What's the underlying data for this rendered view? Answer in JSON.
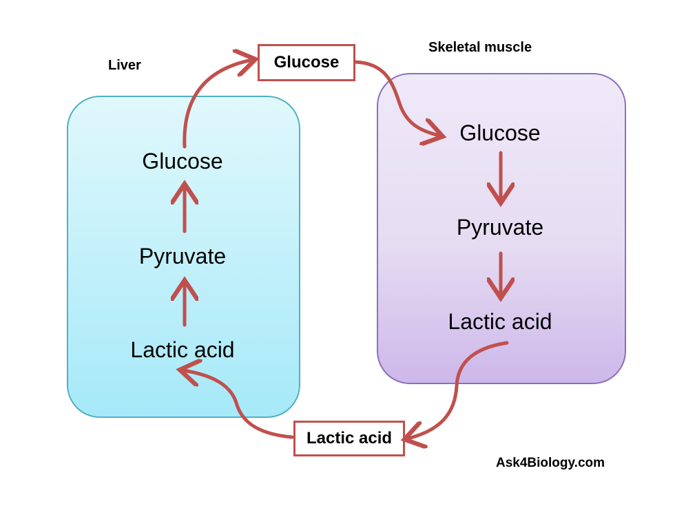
{
  "liver": {
    "label": "Liver",
    "nodes": [
      "Glucose",
      "Pyruvate",
      "Lactic acid"
    ]
  },
  "muscle": {
    "label": "Skeletal muscle",
    "nodes": [
      "Glucose",
      "Pyruvate",
      "Lactic acid"
    ]
  },
  "transport": {
    "top_label": "Glucose",
    "bottom_label": "Lactic acid"
  },
  "credit": "Ask4Biology.com",
  "colors": {
    "arrow": "#c0504d",
    "liver_fill": "#a6e9f8",
    "muscle_fill": "#cdb8ea"
  }
}
